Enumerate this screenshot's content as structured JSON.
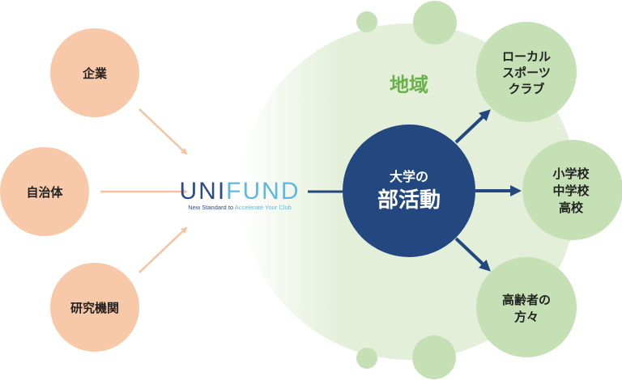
{
  "sources": [
    {
      "label": "企業"
    },
    {
      "label": "自治体"
    },
    {
      "label": "研究機関"
    }
  ],
  "logo": {
    "part1": "UNI",
    "part2": "FUND",
    "tagline_part1": "New Standard to ",
    "tagline_part2": "Accelerate Your Club"
  },
  "region_label": "地域",
  "center": {
    "line1": "大学の",
    "line2": "部活動"
  },
  "targets": [
    {
      "lines": [
        "ローカル",
        "スポーツ",
        "クラブ"
      ]
    },
    {
      "lines": [
        "小学校",
        "中学校",
        "高校"
      ]
    },
    {
      "lines": [
        "高齢者の",
        "方々"
      ]
    }
  ],
  "colors": {
    "peach": "#f8c9a8",
    "navy": "#23477f",
    "green": "#c5e0b5",
    "region": "#e3efd9",
    "region_text": "#6ab04c",
    "logo_dark": "#2a4d8a",
    "logo_light": "#5fb9dc"
  }
}
